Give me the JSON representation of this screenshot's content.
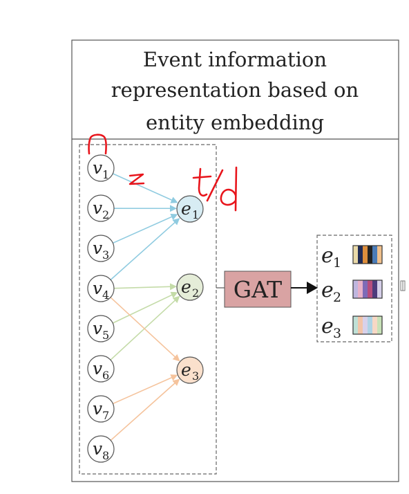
{
  "title_lines": [
    "Event information",
    "representation based on",
    "entity embedding"
  ],
  "node_letter": "v",
  "nodes": [
    {
      "letter": "v",
      "sub": "1"
    },
    {
      "letter": "v",
      "sub": "2"
    },
    {
      "letter": "v",
      "sub": "3"
    },
    {
      "letter": "v",
      "sub": "4"
    },
    {
      "letter": "v",
      "sub": "5"
    },
    {
      "letter": "v",
      "sub": "6"
    },
    {
      "letter": "v",
      "sub": "7"
    },
    {
      "letter": "v",
      "sub": "8"
    }
  ],
  "entities": [
    {
      "letter": "e",
      "sub": "1",
      "fill": "#d7ecf3"
    },
    {
      "letter": "e",
      "sub": "2",
      "fill": "#e5edd8"
    },
    {
      "letter": "e",
      "sub": "3",
      "fill": "#fae0cc"
    }
  ],
  "edge_groups": [
    {
      "target": 0,
      "sources": [
        0,
        1,
        2,
        3
      ],
      "color": "#8fcbe0"
    },
    {
      "target": 1,
      "sources": [
        3,
        4,
        5
      ],
      "color": "#c4dba8"
    },
    {
      "target": 2,
      "sources": [
        3,
        6,
        7
      ],
      "color": "#f5c39c"
    }
  ],
  "gat_label": "GAT",
  "gat_fill": "#d9a3a3",
  "outputs": [
    {
      "letter": "e",
      "sub": "1",
      "stripes": [
        "#e9d9a8",
        "#202b55",
        "#dd8e3c",
        "#222222",
        "#4a7bb7",
        "#f0c08c"
      ]
    },
    {
      "letter": "e",
      "sub": "2",
      "stripes": [
        "#bfb6df",
        "#e7b0c8",
        "#7e6bb7",
        "#b64d7d",
        "#4d3b7c",
        "#d6d0ea"
      ]
    },
    {
      "letter": "e",
      "sub": "3",
      "stripes": [
        "#bfe0d6",
        "#f2c4a8",
        "#d8d1ea",
        "#aed3e5",
        "#f7d8c5",
        "#c8e2b8"
      ]
    }
  ],
  "annotations": {
    "n": "n",
    "z": "z",
    "td": "t/d",
    "color": "#e8151c"
  }
}
